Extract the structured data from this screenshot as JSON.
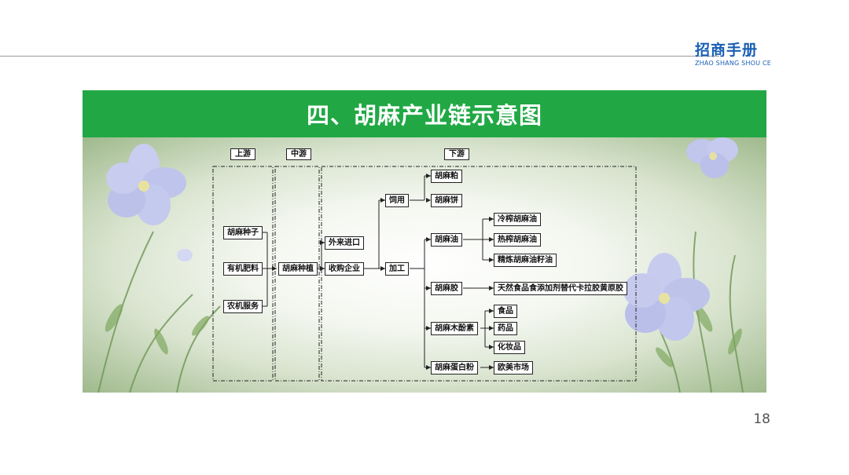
{
  "brand": {
    "name": "招商手册",
    "subtitle": "ZHAO SHANG SHOU CE"
  },
  "title": "四、胡麻产业链示意图",
  "page_number": "18",
  "colors": {
    "banner": "#21a845",
    "brand": "#1a5fb4",
    "line": "#222222"
  },
  "diagram": {
    "stages": {
      "upstream": "上游",
      "midstream": "中游",
      "downstream": "下游"
    },
    "upstream_items": [
      "胡麻种子",
      "有机肥料",
      "农机服务"
    ],
    "midstream_item": "胡麻种植",
    "buyers": [
      "外来进口",
      "收购企业"
    ],
    "uses": [
      "饲用",
      "加工"
    ],
    "feed_products": [
      "胡麻粕",
      "胡麻饼"
    ],
    "processed": {
      "oil": {
        "label": "胡麻油",
        "children": [
          "冷榨胡麻油",
          "热榨胡麻油",
          "精炼胡麻油籽油"
        ]
      },
      "gum": {
        "label": "胡麻胶",
        "children": [
          "天然食品食添加剂替代卡拉胶黄原胶"
        ]
      },
      "lignan": {
        "label": "胡麻木酚素",
        "children": [
          "食品",
          "药品",
          "化妆品"
        ]
      },
      "protein": {
        "label": "胡麻蛋白粉",
        "children": [
          "欧美市场"
        ]
      }
    }
  }
}
